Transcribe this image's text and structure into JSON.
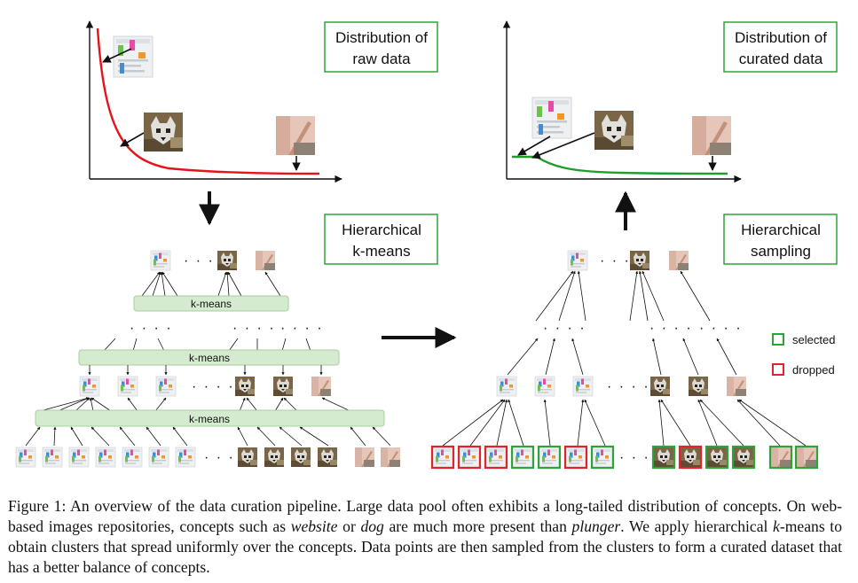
{
  "labels": {
    "dist_raw": [
      "Distribution of",
      "raw data"
    ],
    "dist_curated": [
      "Distribution of",
      "curated data"
    ],
    "hier_kmeans": [
      "Hierarchical",
      "k-means"
    ],
    "hier_sampling": [
      "Hierarchical",
      "sampling"
    ],
    "kmeans_bar": "k-means",
    "ellipsis": "· · · ·"
  },
  "legend": {
    "selected": "selected",
    "dropped": "dropped"
  },
  "colors": {
    "raw_curve": "#e8131a",
    "curated_curve": "#1e9e2a",
    "box_border": "#2fa33a",
    "kmeans_fill": "#d5ebcf",
    "kmeans_stroke": "#a7cf9c",
    "selected": "#2fa33a",
    "dropped": "#e0242b"
  },
  "caption": {
    "p1": "Figure 1: An overview of the data curation pipeline. Large data pool often exhibits a long-tailed distribution of concepts. On web-based images repositories, concepts such as ",
    "w1": "website",
    "p2": " or ",
    "w2": "dog",
    "p3": " are much more present than ",
    "w3": "plunger",
    "p4": ". We apply hierarchical ",
    "w4": "k",
    "p5": "-means to obtain clusters that spread uniformly over the concepts. Data points are then sampled from the clusters to form a curated dataset that has a better balance of concepts."
  }
}
